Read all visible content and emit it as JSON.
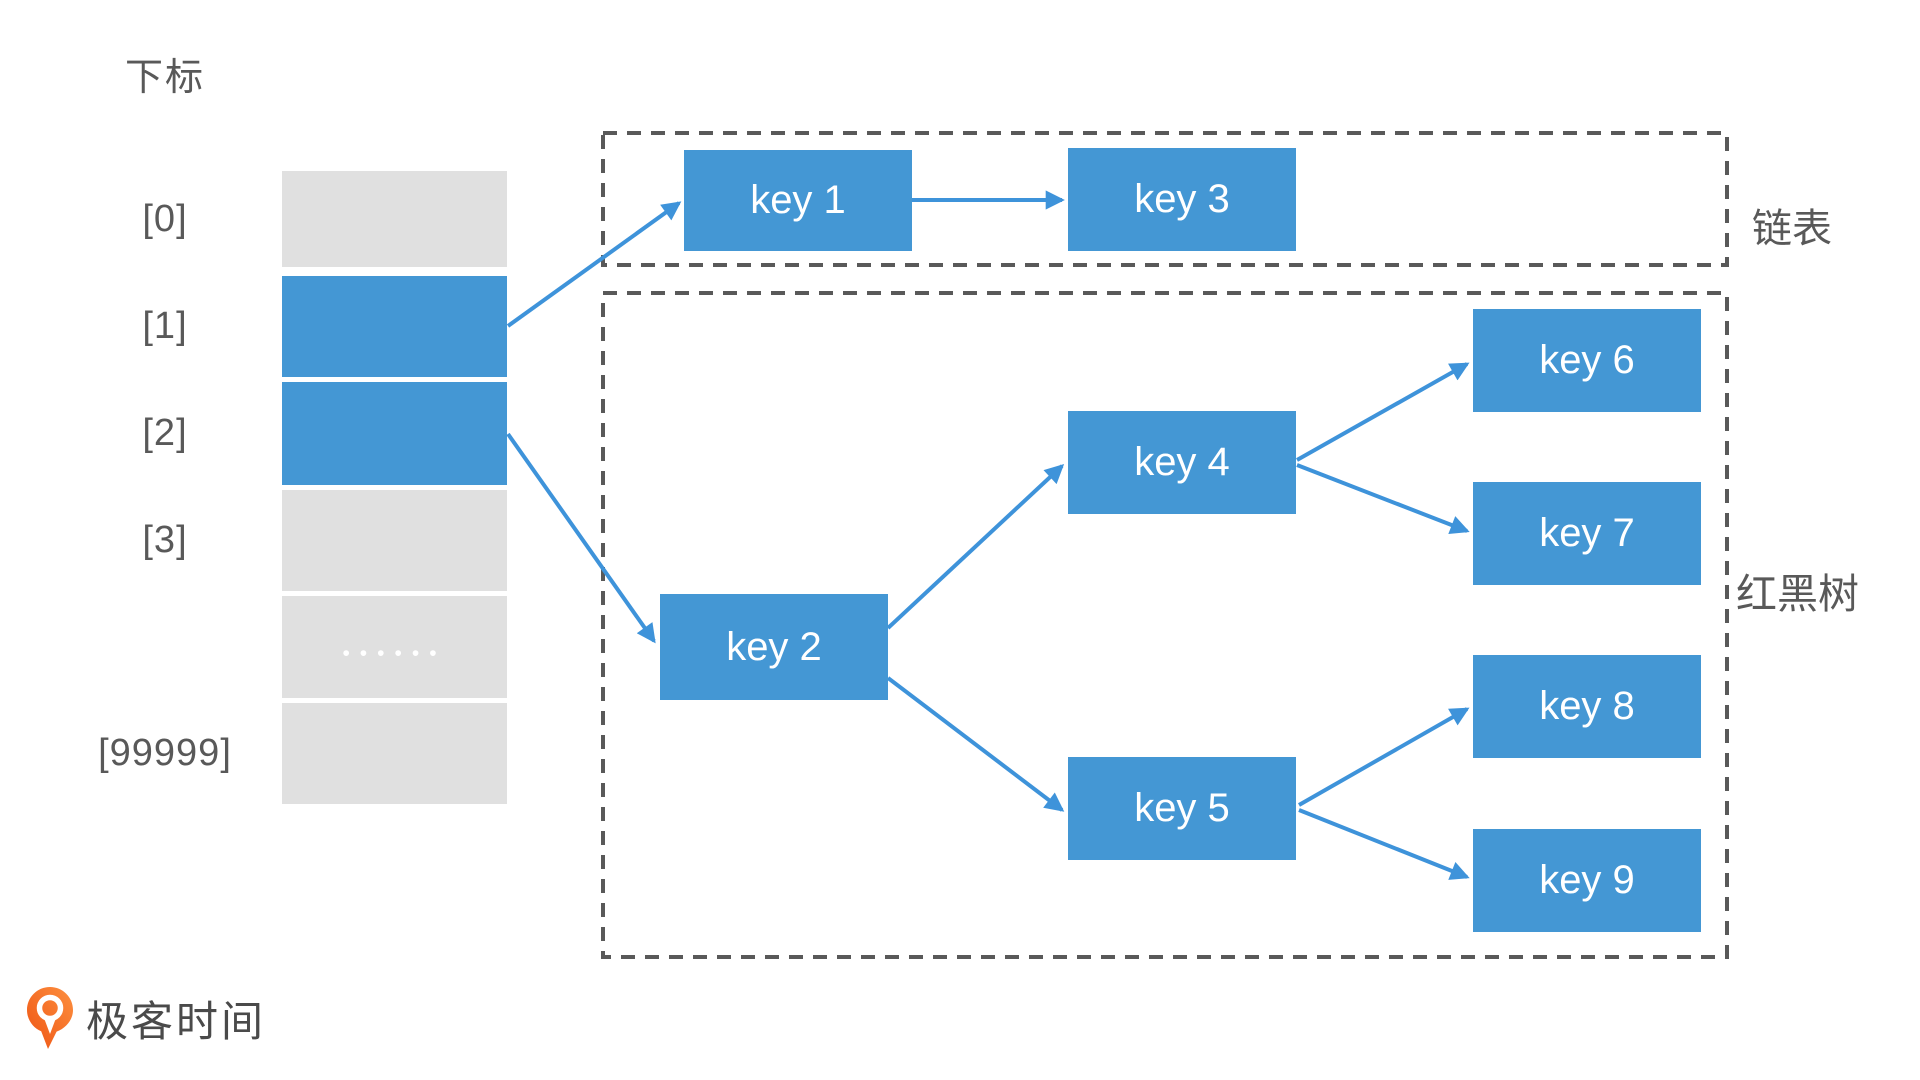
{
  "colors": {
    "node-blue": "#4497d4",
    "arrow-blue": "#3e93da",
    "cell-gray": "#e0e0e0",
    "line-gray": "#595959",
    "text-gray": "#595959",
    "node-text-white": "#ffffff",
    "logo-orange-dark": "#ee5312",
    "logo-orange-light": "#fd9040",
    "logo-text-gray": "#4a4a4a"
  },
  "array": {
    "title": "下标",
    "cells": [
      {
        "index": "[0]",
        "filled": false,
        "content": ""
      },
      {
        "index": "[1]",
        "filled": true,
        "content": ""
      },
      {
        "index": "[2]",
        "filled": true,
        "content": ""
      },
      {
        "index": "[3]",
        "filled": false,
        "content": ""
      },
      {
        "index": "",
        "filled": false,
        "content": "••••••"
      },
      {
        "index": "[99999]",
        "filled": false,
        "content": ""
      }
    ]
  },
  "nodes": {
    "key1": "key 1",
    "key2": "key 2",
    "key3": "key 3",
    "key4": "key 4",
    "key5": "key 5",
    "key6": "key 6",
    "key7": "key 7",
    "key8": "key 8",
    "key9": "key 9"
  },
  "groups": {
    "linked_list": {
      "label": "链表"
    },
    "rb_tree": {
      "label": "红黑树"
    }
  },
  "edges": [
    {
      "from": "array[1]",
      "to": "key1"
    },
    {
      "from": "array[2]",
      "to": "key2"
    },
    {
      "from": "key1",
      "to": "key3"
    },
    {
      "from": "key2",
      "to": "key4"
    },
    {
      "from": "key2",
      "to": "key5"
    },
    {
      "from": "key4",
      "to": "key6"
    },
    {
      "from": "key4",
      "to": "key7"
    },
    {
      "from": "key5",
      "to": "key8"
    },
    {
      "from": "key5",
      "to": "key9"
    }
  ],
  "logo": {
    "text": "极客时间"
  }
}
